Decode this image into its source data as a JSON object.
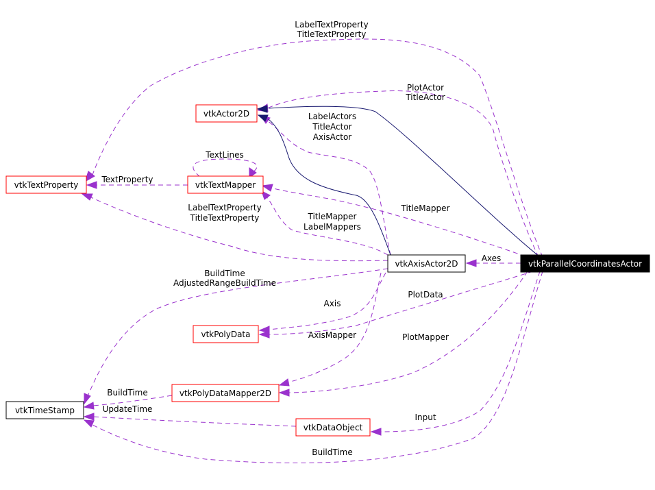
{
  "nodes": {
    "main": "vtkParallelCoordinatesActor",
    "actor2d": "vtkActor2D",
    "textproperty": "vtkTextProperty",
    "textmapper": "vtkTextMapper",
    "axisactor": "vtkAxisActor2D",
    "polydata": "vtkPolyData",
    "polydatamapper": "vtkPolyDataMapper2D",
    "timestamp": "vtkTimeStamp",
    "dataobject": "vtkDataObject"
  },
  "edge_labels": {
    "top_l1": "LabelTextProperty",
    "top_l2": "TitleTextProperty",
    "plot_l1": "PlotActor",
    "plot_l2": "TitleActor",
    "axis_actor_l1": "LabelActors",
    "axis_actor_l2": "TitleActor",
    "axis_actor_l3": "AxisActor",
    "textlines": "TextLines",
    "textproperty": "TextProperty",
    "titlemapper_main": "TitleMapper",
    "mid_l1": "LabelTextProperty",
    "mid_l2": "TitleTextProperty",
    "mappers_l1": "TitleMapper",
    "mappers_l2": "LabelMappers",
    "axes": "Axes",
    "buildtime_l1": "BuildTime",
    "buildtime_l2": "AdjustedRangeBuildTime",
    "axis": "Axis",
    "plotdata": "PlotData",
    "axismapper": "AxisMapper",
    "plotmapper": "PlotMapper",
    "buildtime_mapper": "BuildTime",
    "updatetime": "UpdateTime",
    "input": "Input",
    "buildtime_bottom": "BuildTime"
  },
  "colors": {
    "usage_edge": "#9a32cd",
    "inheritance_edge": "#191970",
    "undocumented_border": "#ff0000",
    "documented_border": "#000000",
    "focus_fill": "#000000"
  }
}
